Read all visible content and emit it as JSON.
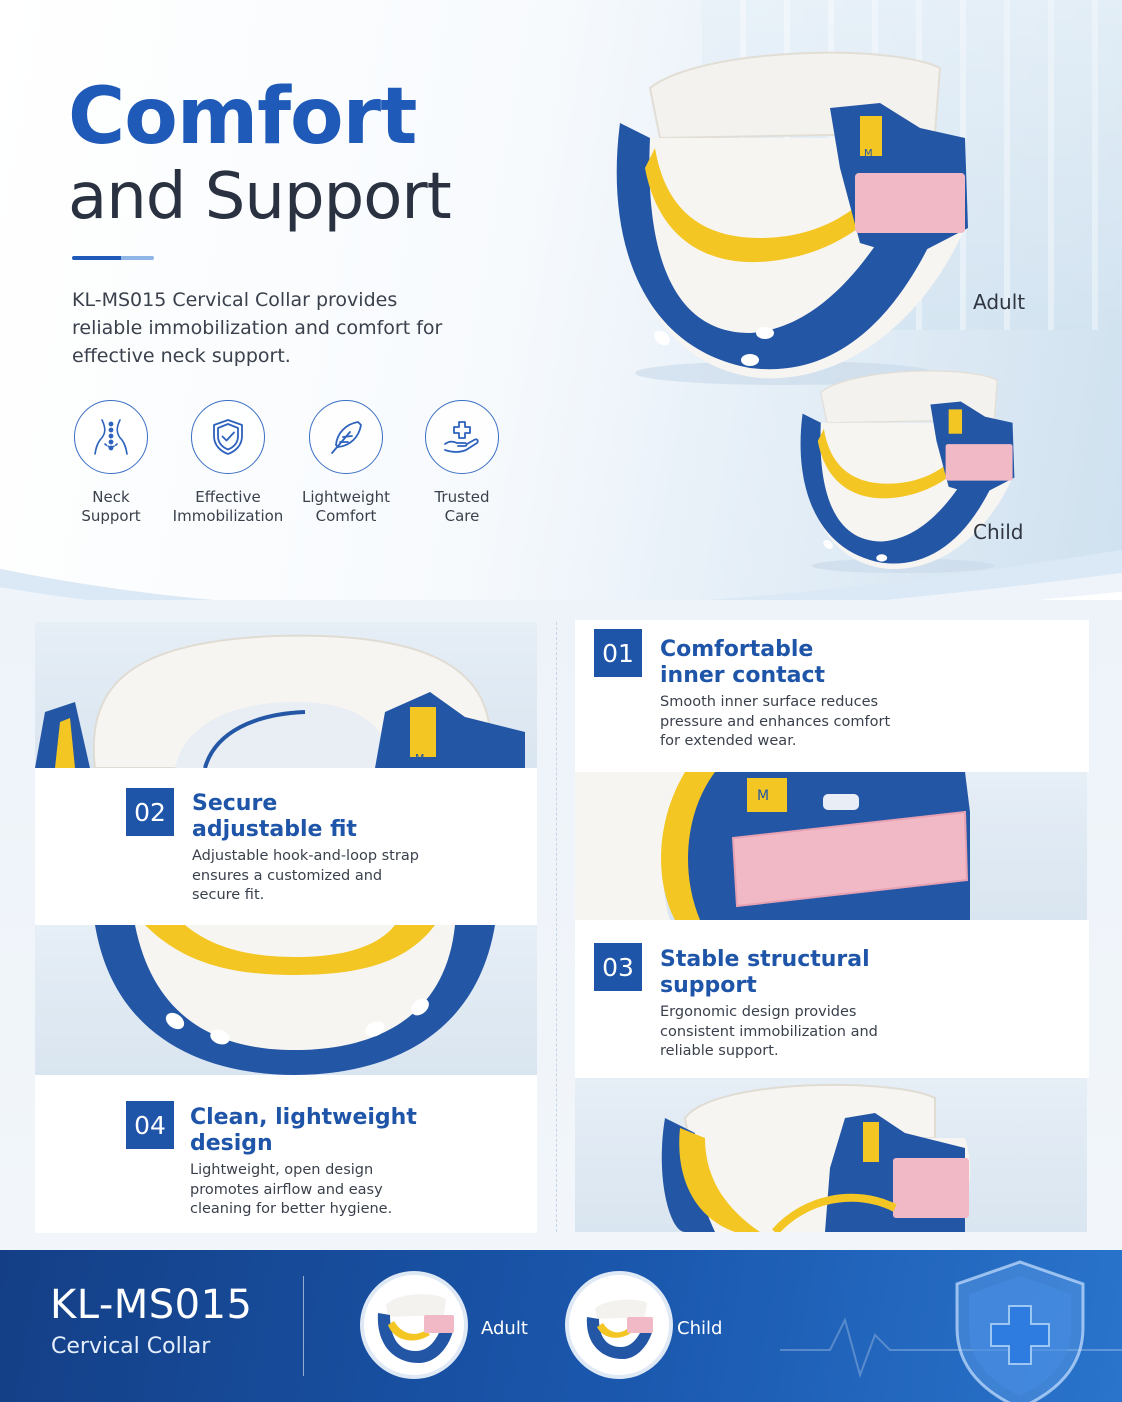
{
  "hero": {
    "title_line1": "Comfort",
    "title_line2": "and Support",
    "description": "KL-MS015 Cervical Collar provides reliable immobilization and comfort for effective neck support.",
    "features": [
      {
        "label_line1": "Neck",
        "label_line2": "Support",
        "icon": "neck-spine-icon"
      },
      {
        "label_line1": "Effective",
        "label_line2": "Immobilization",
        "icon": "shield-check-icon"
      },
      {
        "label_line1": "Lightweight",
        "label_line2": "Comfort",
        "icon": "feather-icon"
      },
      {
        "label_line1": "Trusted",
        "label_line2": "Care",
        "icon": "hand-cross-icon"
      }
    ],
    "size_adult": "Adult",
    "size_child": "Child"
  },
  "features": [
    {
      "number": "01",
      "title_line1": "Comfortable",
      "title_line2": "inner contact",
      "body_lines": [
        "Smooth inner surface reduces",
        "pressure and enhances comfort",
        "for extended wear."
      ]
    },
    {
      "number": "02",
      "title_line1": "Secure",
      "title_line2": "adjustable fit",
      "body_lines": [
        "Adjustable hook-and-loop strap",
        "ensures a customized and",
        "secure fit."
      ]
    },
    {
      "number": "03",
      "title_line1": "Stable structural",
      "title_line2": "support",
      "body_lines": [
        "Ergonomic design provides",
        "consistent immobilization and",
        "reliable support."
      ]
    },
    {
      "number": "04",
      "title_line1": "Clean, lightweight",
      "title_line2": "design",
      "body_lines": [
        "Lightweight, open design",
        "promotes airflow and easy",
        "cleaning for better hygiene."
      ]
    }
  ],
  "footer": {
    "model": "KL-MS015",
    "product": "Cervical Collar",
    "adult_label": "Adult",
    "child_label": "Child"
  },
  "colors": {
    "brand_blue": "#1f55a8",
    "collar_blue": "#2456a6",
    "collar_yellow": "#f3c623",
    "strap_pink": "#f1b9c6"
  }
}
